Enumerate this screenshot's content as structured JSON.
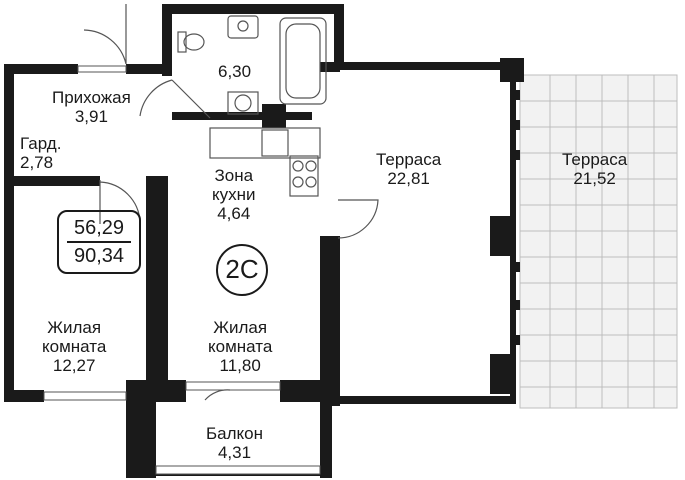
{
  "apartment": {
    "living_area": "56,29",
    "total_area": "90,34",
    "type_badge": "2С"
  },
  "rooms": {
    "hallway": {
      "name": "Прихожая",
      "area": "3,91"
    },
    "wardrobe": {
      "name": "Гард.",
      "area": "2,78"
    },
    "bathroom": {
      "area": "6,30"
    },
    "kitchen": {
      "name_line1": "Зона",
      "name_line2": "кухни",
      "area": "4,64"
    },
    "terrace_inner": {
      "name": "Терраса",
      "area": "22,81"
    },
    "terrace_outer": {
      "name": "Терраса",
      "area": "21,52"
    },
    "living_left": {
      "name_line1": "Жилая",
      "name_line2": "комната",
      "area": "12,27"
    },
    "living_right": {
      "name_line1": "Жилая",
      "name_line2": "комната",
      "area": "11,80"
    },
    "balcony": {
      "name": "Балкон",
      "area": "4,31"
    }
  },
  "colors": {
    "wall": "#1a1a1a",
    "tile_fill": "#f2f2f2",
    "tile_line": "#bdbdbd",
    "line": "#555555"
  }
}
